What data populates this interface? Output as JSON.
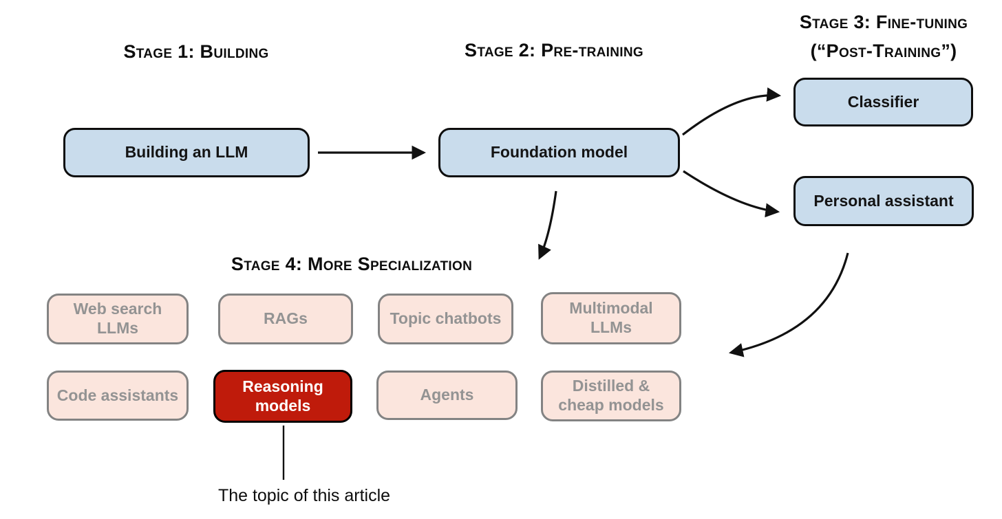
{
  "stages": {
    "stage1": {
      "title": "Stage 1: Building"
    },
    "stage2": {
      "title": "Stage 2: Pre-training"
    },
    "stage3": {
      "title_line1": "Stage 3: Fine-tuning",
      "title_line2": "(“Post-Training”)"
    },
    "stage4": {
      "title": "Stage 4: More Specialization"
    }
  },
  "boxes": {
    "building": {
      "label": "Building an LLM"
    },
    "foundation": {
      "label": "Foundation model"
    },
    "classifier": {
      "label": "Classifier"
    },
    "personal_assistant": {
      "label": "Personal assistant"
    },
    "web_search": {
      "lines": [
        "Web search",
        "LLMs"
      ]
    },
    "rags": {
      "lines": [
        "RAGs"
      ]
    },
    "topic_chatbots": {
      "lines": [
        "Topic chatbots"
      ]
    },
    "multimodal": {
      "lines": [
        "Multimodal",
        "LLMs"
      ]
    },
    "code_assistants": {
      "lines": [
        "Code assistants"
      ]
    },
    "reasoning": {
      "lines": [
        "Reasoning",
        "models"
      ]
    },
    "agents": {
      "lines": [
        "Agents"
      ]
    },
    "distilled": {
      "lines": [
        "Distilled &",
        "cheap models"
      ]
    }
  },
  "annotation": {
    "text": "The topic of this article"
  },
  "colors": {
    "primary_box_fill": "#c9dcec",
    "primary_box_border": "#0d0d0d",
    "faded_box_fill": "#fbe5dd",
    "faded_box_border": "#838383",
    "faded_box_text": "#939393",
    "highlight_box_fill": "#bf1b0b",
    "highlight_box_border": "#000000",
    "highlight_box_text": "#ffffff",
    "arrow_color": "#111111",
    "background": "#ffffff"
  }
}
